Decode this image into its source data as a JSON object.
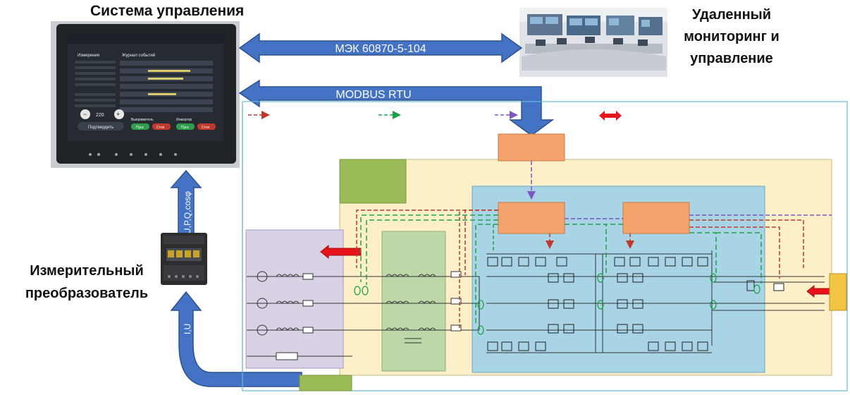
{
  "labels": {
    "control_system": "Система управления",
    "remote": "Удаленный\nмониторинг и\nуправление",
    "meter": "Измерительный\nпреобразователь"
  },
  "links": {
    "iec": "МЭК 60870-5-104",
    "modbus": "MODBUS RTU",
    "upq": "U,P,Q,cosφ",
    "iu": "I,U"
  },
  "panel": {
    "col_measure": "Измерения",
    "col_events": "Журнал событий",
    "confirm": "Подтвердить",
    "setpoint": "220",
    "minus": "−",
    "plus": "+",
    "rectifier": "Выпрямитель",
    "inverter": "Инвертор",
    "btn_start": "Пуск",
    "btn_stop": "Стоп"
  },
  "colors": {
    "link_blue": "#4472c4",
    "block_orange": "#f4a36c",
    "zone_yellow": "#fdf0c8",
    "zone_blue": "#a8d4e6",
    "zone_violet": "#d9d2e5",
    "zone_green": "#bcd7a8",
    "block_green": "#9bbb59",
    "ctrl_red": "#c0392b",
    "ctrl_green": "#1ea34a",
    "ctrl_violet": "#7e57c2",
    "arrow_red": "#e8131a"
  }
}
